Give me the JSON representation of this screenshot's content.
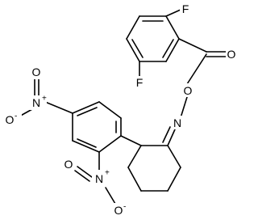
{
  "molecule": {
    "colors": {
      "bond": "#000000",
      "label": "#000000",
      "background": "#ffffff"
    },
    "labels": {
      "fluorine_top": "F",
      "fluorine_bottom": "F",
      "carbonyl_oxygen": "O",
      "ester_oxygen": "O",
      "imine_nitrogen": "N",
      "nitro_left_n": "N",
      "nitro_left_n_charge": "+",
      "nitro_left_o_up": "O",
      "nitro_left_o_minus": "O",
      "nitro_left_o_minus_charge": "-",
      "nitro_bottom_n": "N",
      "nitro_bottom_n_charge": "+",
      "nitro_bottom_o_up": "O",
      "nitro_bottom_o_minus": "O",
      "nitro_bottom_o_minus_charge": "-"
    }
  }
}
